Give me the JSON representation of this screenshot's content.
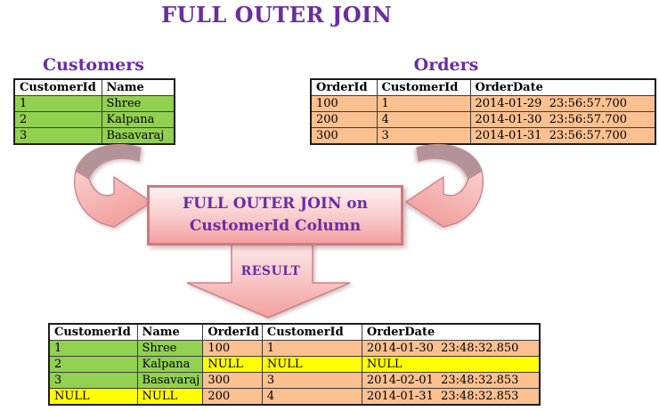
{
  "title": "FULL OUTER JOIN",
  "colors": {
    "heading_purple": "#6b2da0",
    "row_green": "#92d050",
    "row_orange": "#fac090",
    "null_yellow": "#ffff00",
    "arrow_pink": "#f4a7a4",
    "arrow_border": "#c97f84"
  },
  "customers_table": {
    "title": "Customers",
    "headers": [
      "CustomerId",
      "Name"
    ],
    "rows": [
      [
        "1",
        "Shree"
      ],
      [
        "2",
        "Kalpana"
      ],
      [
        "3",
        "Basavaraj"
      ]
    ]
  },
  "orders_table": {
    "title": "Orders",
    "headers": [
      "OrderId",
      "CustomerId",
      "OrderDate"
    ],
    "rows": [
      [
        "100",
        "1",
        "2014-01-29  23:56:57.700"
      ],
      [
        "200",
        "4",
        "2014-01-30  23:56:57.700"
      ],
      [
        "300",
        "3",
        "2014-01-31  23:56:57.700"
      ]
    ]
  },
  "join_box": {
    "line1": "FULL OUTER JOIN on",
    "line2": "CustomerId Column"
  },
  "result_label": "RESULT",
  "result_table": {
    "headers": [
      "CustomerId",
      "Name",
      "OrderId",
      "CustomerId",
      "OrderDate"
    ],
    "rows": [
      {
        "cells": [
          "1",
          "Shree",
          "100",
          "1",
          "2014-01-30  23:48:32.850"
        ],
        "highlight": [
          "green",
          "green",
          "orange",
          "orange",
          "orange"
        ]
      },
      {
        "cells": [
          "2",
          "Kalpana",
          "NULL",
          "NULL",
          "NULL"
        ],
        "highlight": [
          "green",
          "green",
          "yellow",
          "yellow",
          "yellow"
        ]
      },
      {
        "cells": [
          "3",
          "Basavaraj",
          "300",
          "3",
          "2014-02-01  23:48:32.853"
        ],
        "highlight": [
          "green",
          "green",
          "orange",
          "orange",
          "orange"
        ]
      },
      {
        "cells": [
          "NULL",
          "NULL",
          "200",
          "4",
          "2014-01-31  23:48:32.853"
        ],
        "highlight": [
          "yellow",
          "yellow",
          "orange",
          "orange",
          "orange"
        ]
      }
    ]
  }
}
